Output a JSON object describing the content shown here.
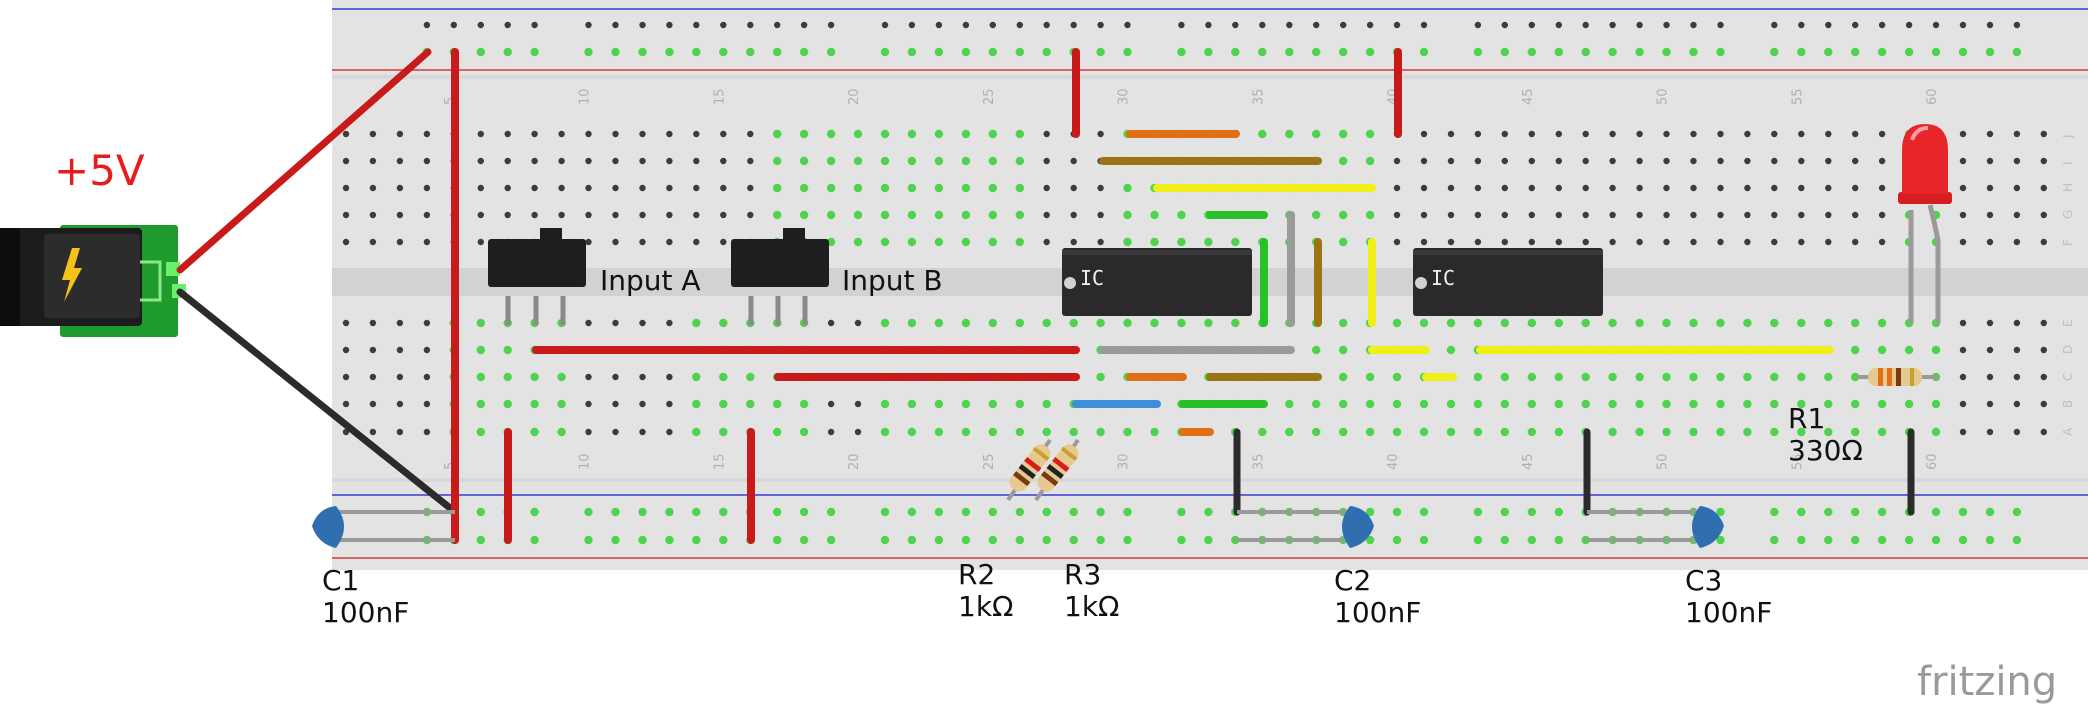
{
  "supply": {
    "label": "+5V"
  },
  "switches": [
    {
      "label": "Input A"
    },
    {
      "label": "Input B"
    }
  ],
  "ics": [
    {
      "label": "IC"
    },
    {
      "label": "IC"
    }
  ],
  "components": [
    {
      "ref": "C1",
      "value": "100nF"
    },
    {
      "ref": "R2",
      "value": "1kΩ"
    },
    {
      "ref": "R3",
      "value": "1kΩ"
    },
    {
      "ref": "C2",
      "value": "100nF"
    },
    {
      "ref": "C3",
      "value": "100nF"
    },
    {
      "ref": "R1",
      "value": "330Ω"
    }
  ],
  "breadboard": {
    "column_numbers": [
      "5",
      "10",
      "15",
      "20",
      "25",
      "30",
      "35",
      "40",
      "45",
      "50",
      "55",
      "60"
    ],
    "row_letters_top": [
      "J",
      "I",
      "H",
      "G",
      "F"
    ],
    "row_letters_bottom": [
      "E",
      "D",
      "C",
      "B",
      "A"
    ]
  },
  "watermark": {
    "text": "fritzing"
  },
  "colors": {
    "red_wire": "#c81a1a",
    "black_wire": "#2b2b2b",
    "yellow_wire": "#f2ee1a",
    "green_wire": "#27c027",
    "orange_wire": "#e07018",
    "brown_wire": "#9b7416",
    "grey_wire": "#9a9a9a",
    "blue_wire": "#3c8fd8",
    "ic_body": "#2a2a2a",
    "capacitor": "#2f6fb0",
    "led": "#e8262a"
  }
}
